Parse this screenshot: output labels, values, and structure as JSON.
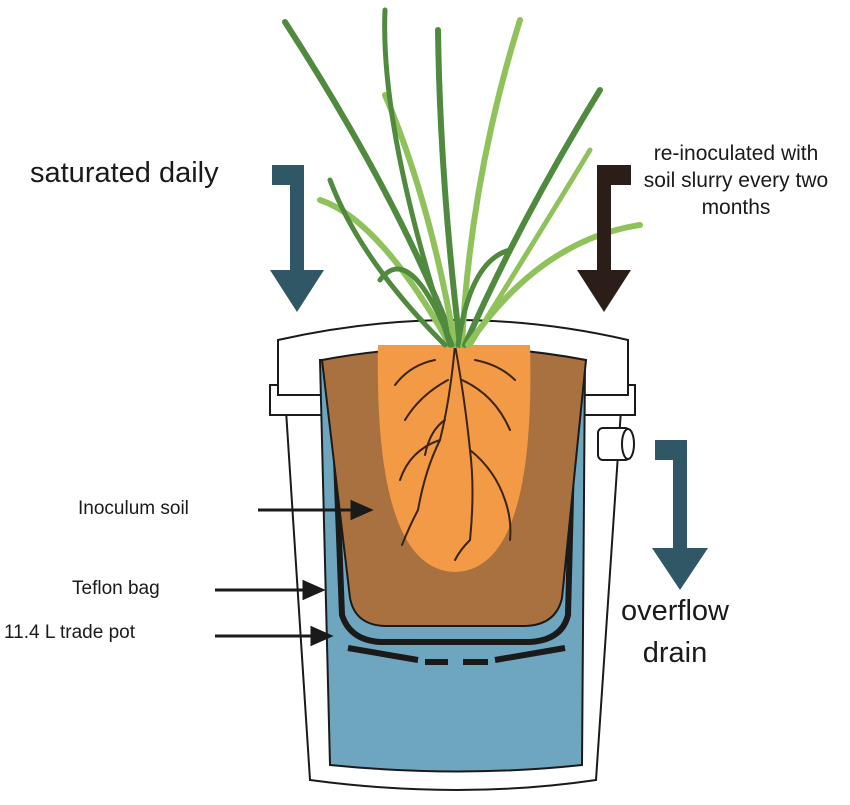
{
  "labels": {
    "saturated": "saturated daily",
    "reinoculated": "re-inoculated with soil slurry every two months",
    "overflow_line1": "overflow",
    "overflow_line2": "drain",
    "inoculum": "Inoculum soil",
    "teflon": "Teflon bag",
    "pot": "11.4 L trade pot"
  },
  "colors": {
    "water": "#6fa6bf",
    "soil": "#a8713f",
    "inoculum": "#f29a45",
    "arrow_blue": "#2f5766",
    "arrow_dark": "#2b1d17",
    "leaf_dark": "#4f8a3e",
    "leaf_light": "#8fc25a",
    "root": "#3a2417"
  }
}
